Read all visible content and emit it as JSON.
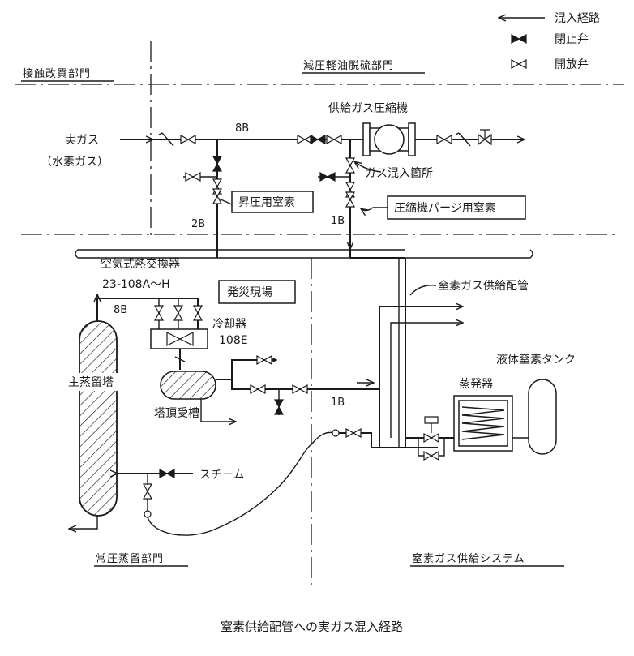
{
  "legend": {
    "route": "混入経路",
    "closed_valve": "閉止弁",
    "open_valve": "開放弁"
  },
  "areas": {
    "catalytic_reforming": "接触改質部門",
    "vacuum_gas_oil": "減圧軽油脱硫部門",
    "atmospheric_distillation": "常圧蒸留部門",
    "nitrogen_system": "窒素ガス供給システム"
  },
  "labels": {
    "compressor": "供給ガス圧縮機",
    "real_gas": "実ガス",
    "hydrogen_gas": "（水素ガス）",
    "size_8b_top": "8B",
    "gas_entry_point": "ガス混入箇所",
    "boost_nitrogen": "昇圧用窒素",
    "purge_nitrogen": "圧縮機パージ用窒素",
    "size_2b": "2B",
    "size_1b_top": "1B",
    "air_heat_exchanger": "空気式熱交換器",
    "exchanger_id": "23-108A～H",
    "disaster_site": "発災現場",
    "nitrogen_pipe": "窒素ガス供給配管",
    "size_8b_left": "8B",
    "cooler": "冷却器",
    "cooler_id": "108E",
    "liquid_nitrogen_tank": "液体窒素タンク",
    "main_column": "主蒸留塔",
    "evaporator": "蒸発器",
    "receiver_tank": "塔頂受槽",
    "size_1b_mid": "1B",
    "steam": "スチーム"
  },
  "caption": "窒素供給配管への実ガス混入経路"
}
